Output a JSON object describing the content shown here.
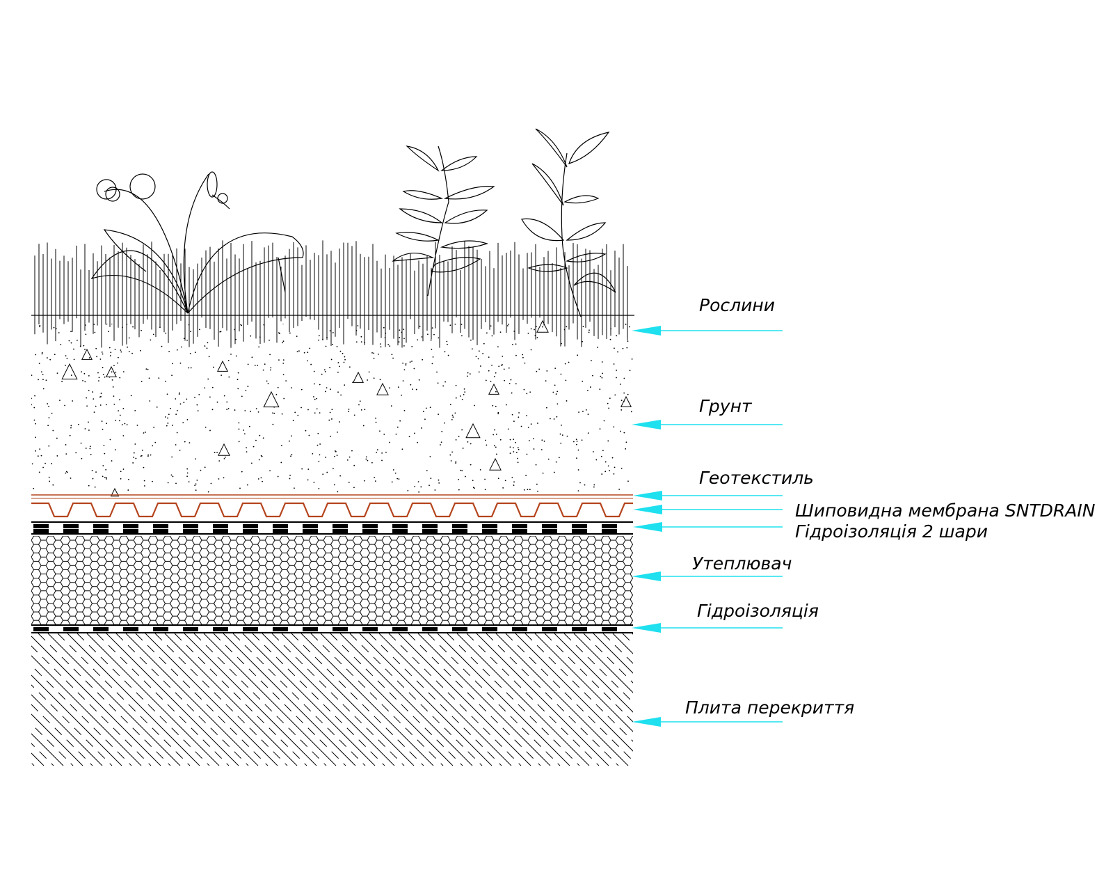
{
  "layers": [
    {
      "id": "plants",
      "label": "Рослини"
    },
    {
      "id": "soil",
      "label": "Грунт"
    },
    {
      "id": "geotextile",
      "label": "Геотекстиль"
    },
    {
      "id": "membrane",
      "label": "Шиповидна мембрана SNTDRAIN"
    },
    {
      "id": "waterproof-2",
      "label": "Гідроізоляція 2 шари"
    },
    {
      "id": "insulation",
      "label": "Утеплювач"
    },
    {
      "id": "waterproof",
      "label": "Гідроізоляція"
    },
    {
      "id": "slab",
      "label": "Плита перекриття"
    }
  ],
  "colors": {
    "arrow": "#1ee0ee",
    "membrane": "#b5441d",
    "line": "#000000"
  }
}
